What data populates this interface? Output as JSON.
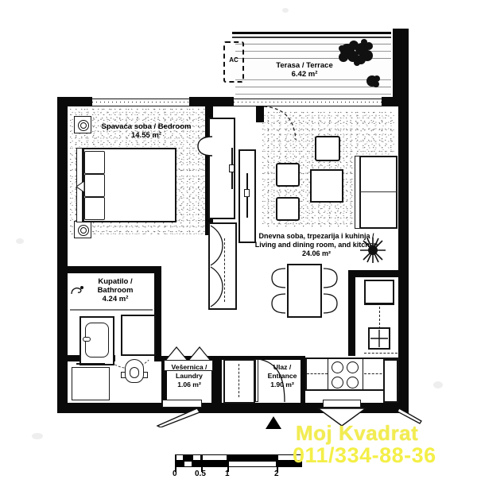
{
  "document": {
    "type": "apartment-floor-plan",
    "language": "Serbian / English"
  },
  "rooms": [
    {
      "id": "terrace",
      "name_local": "Terasa",
      "name_en": "Terrace",
      "label_line1": "Terasa / Terrace",
      "label_line2": "6.42 m²",
      "area": "6.42 m²"
    },
    {
      "id": "bedroom",
      "name_local": "Spavaća soba",
      "name_en": "Bedroom",
      "label_line1": "Spavaća soba / Bedroom",
      "label_line2": "14.55 m²",
      "area": "14.55 m²"
    },
    {
      "id": "living",
      "name_local": "Dnevna soba, trpezarija i kuhinja",
      "name_en": "Living and dining room, and kitchen",
      "label_line1": "Dnevna soba, trpezarija i kuhinja /",
      "label_line2": "Living and dining room, and kitchen",
      "label_line3": "24.06 m²",
      "area": "24.06 m²"
    },
    {
      "id": "bathroom",
      "name_local": "Kupatilo",
      "name_en": "Bathroom",
      "label_line1": "Kupatilo /",
      "label_line2": "Bathroom",
      "label_line3": "4.24 m²",
      "area": "4.24 m²"
    },
    {
      "id": "laundry",
      "name_local": "Vešernica",
      "name_en": "Laundry",
      "label_line1": "Vešernica /",
      "label_line2": "Laundry",
      "label_line3": "1.06 m²",
      "area": "1.06 m²"
    },
    {
      "id": "entrance",
      "name_local": "Ulaz",
      "name_en": "Entrance",
      "label_line1": "Ulaz /",
      "label_line2": "Entrance",
      "label_line3": "1.90 m²",
      "area": "1.90 m²"
    }
  ],
  "annotations": {
    "ac_unit": "AC"
  },
  "scale_bar": {
    "unit": "m",
    "ticks": [
      "0",
      "0.5",
      "1",
      "2"
    ]
  },
  "watermark": {
    "brand": "Moj Kvadrat",
    "phone": "011/334-88-36",
    "color": "#f2ec52"
  }
}
